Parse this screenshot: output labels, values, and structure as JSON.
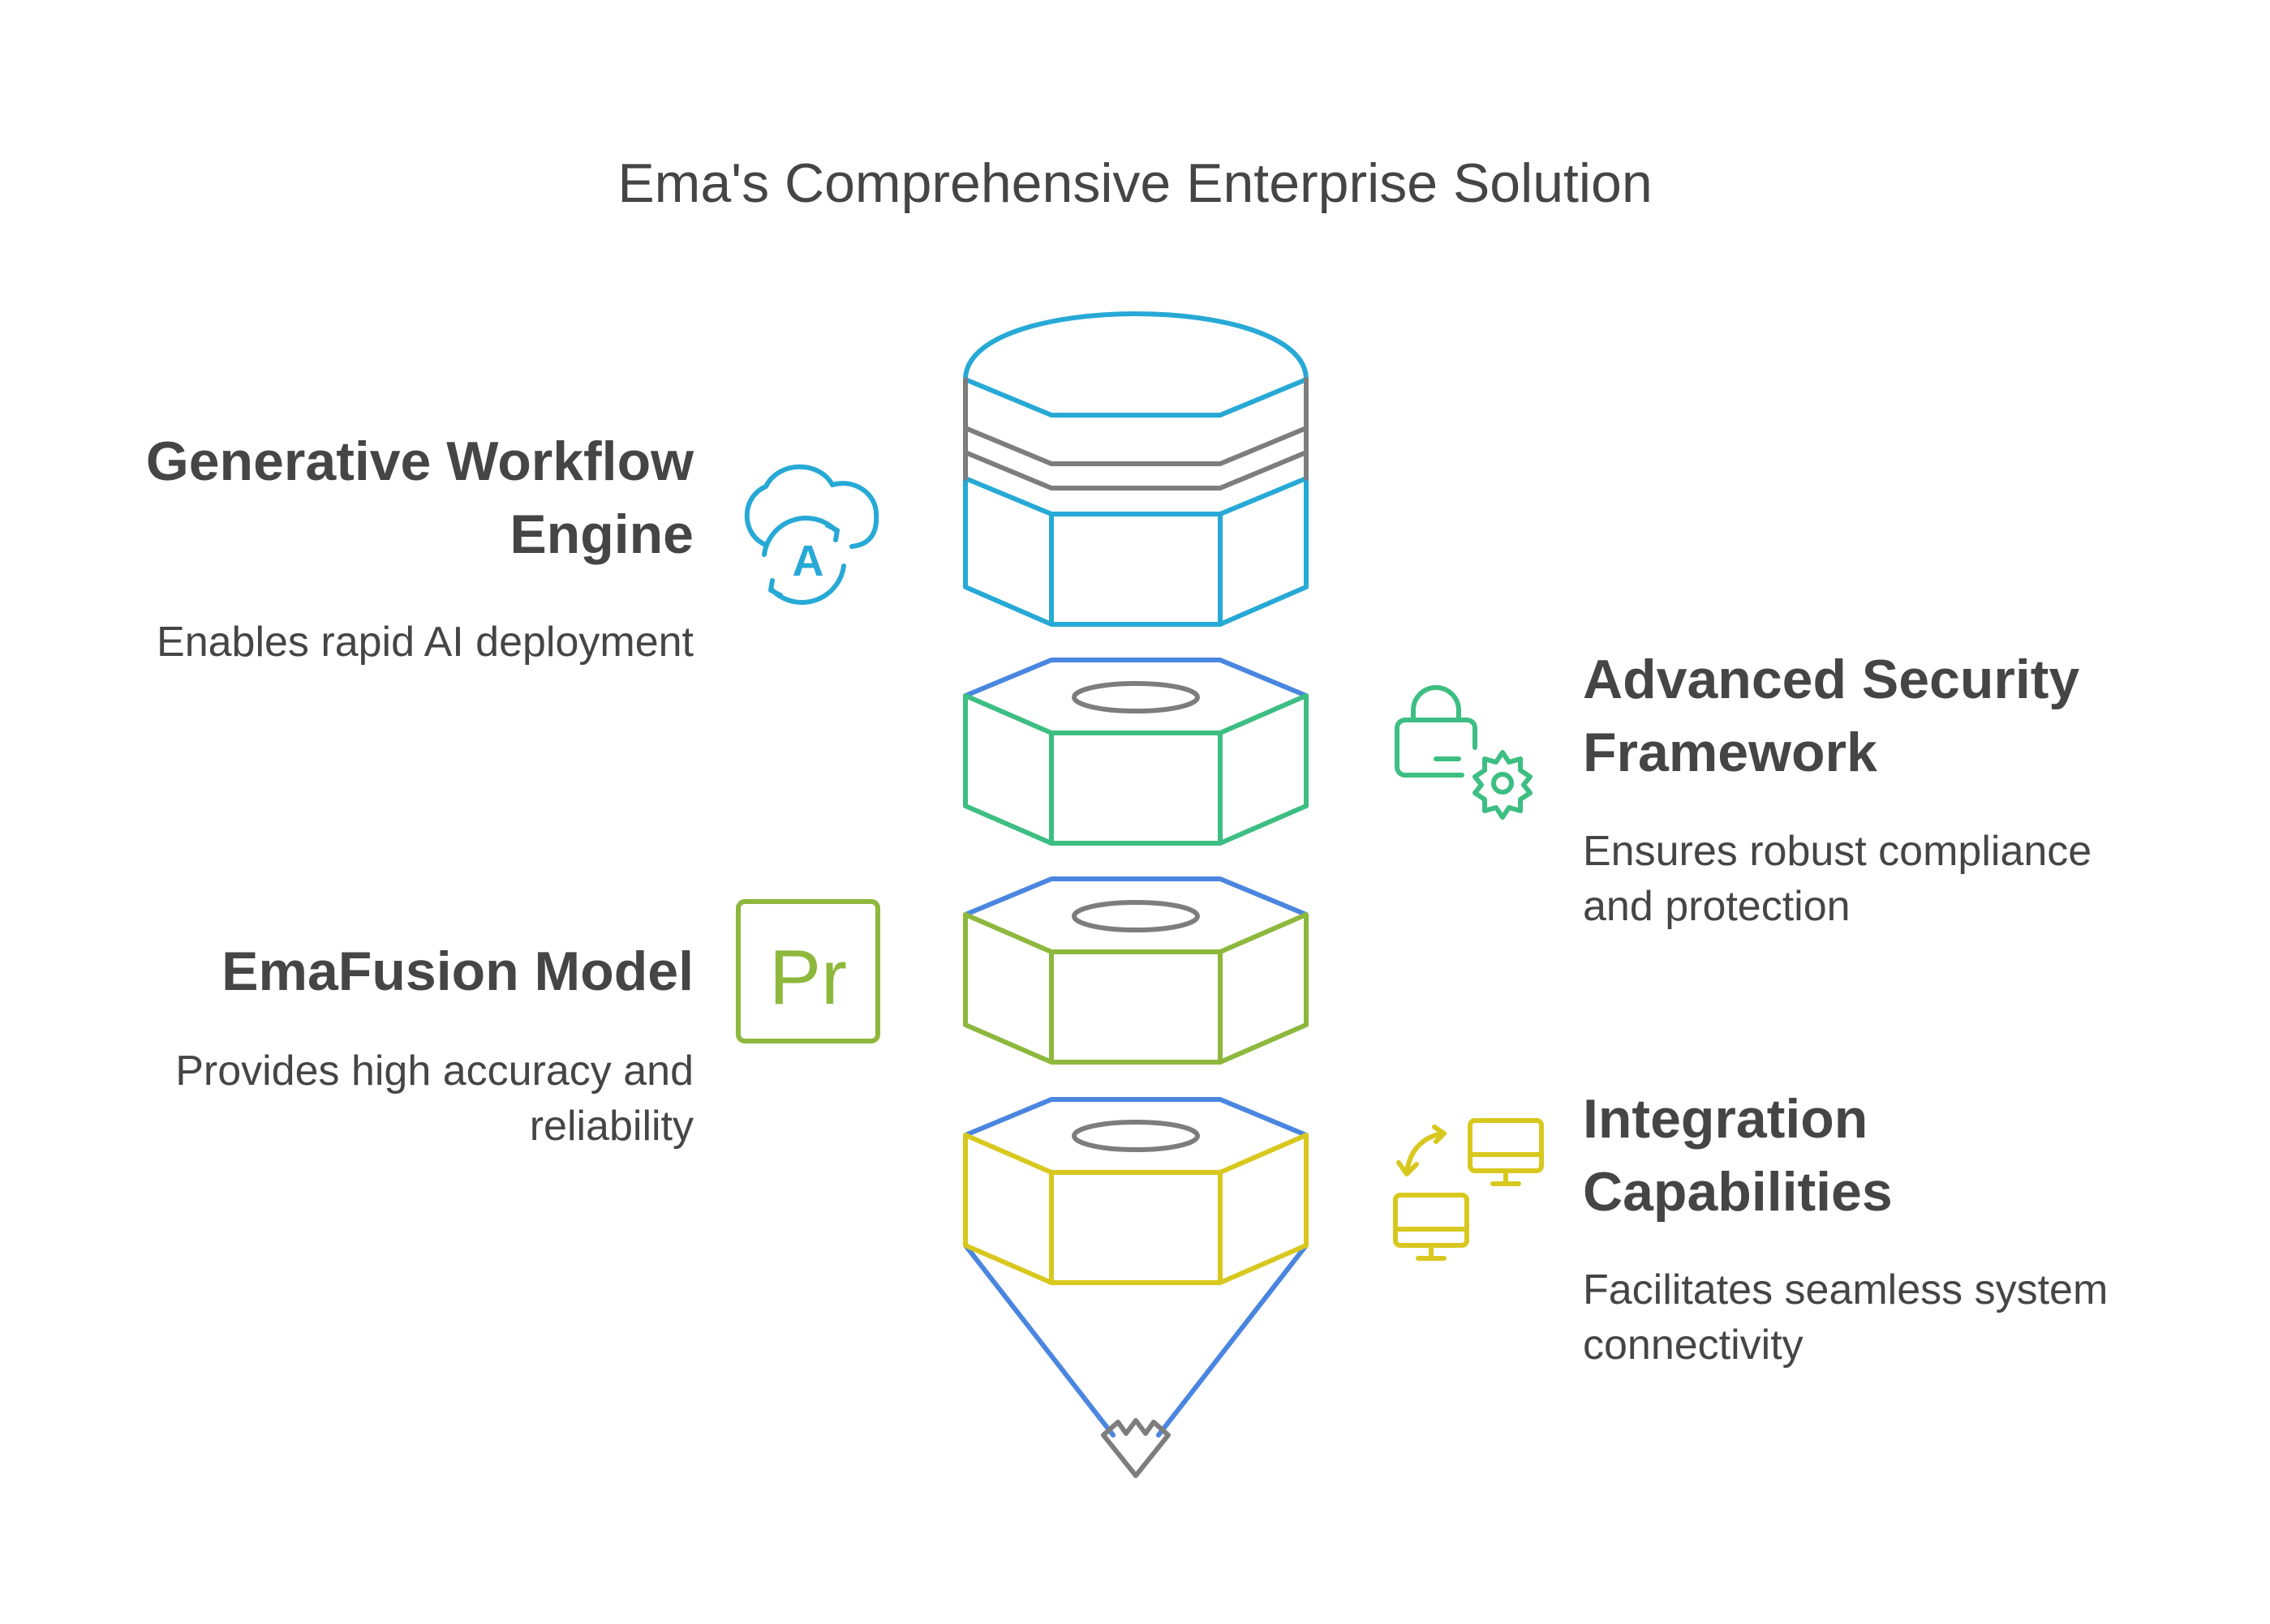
{
  "title": "Ema's Comprehensive Enterprise Solution",
  "items": [
    {
      "heading": "Generative Workflow Engine",
      "description": "Enables rapid AI deployment",
      "icon": "cloud-ai-sync-icon",
      "color": "#27A9D6"
    },
    {
      "heading": "Advanced Security Framework",
      "description": "Ensures robust compliance and protection",
      "icon": "lock-gear-icon",
      "color": "#3DBE82"
    },
    {
      "heading": "EmaFusion Model",
      "description": "Provides high accuracy and reliability",
      "icon": "premiere-pr-icon",
      "color": "#8DB83D"
    },
    {
      "heading": "Integration Capabilities",
      "description": "Facilitates seamless system connectivity",
      "icon": "connected-monitors-icon",
      "color": "#D8C81E"
    }
  ],
  "icon_glyphs": {
    "ai_letter": "A",
    "premiere_letters": "Pr"
  },
  "colors": {
    "text": "#454545",
    "top_hex_outline": "#4A86E0",
    "ring_outline": "#7D7D7D"
  }
}
